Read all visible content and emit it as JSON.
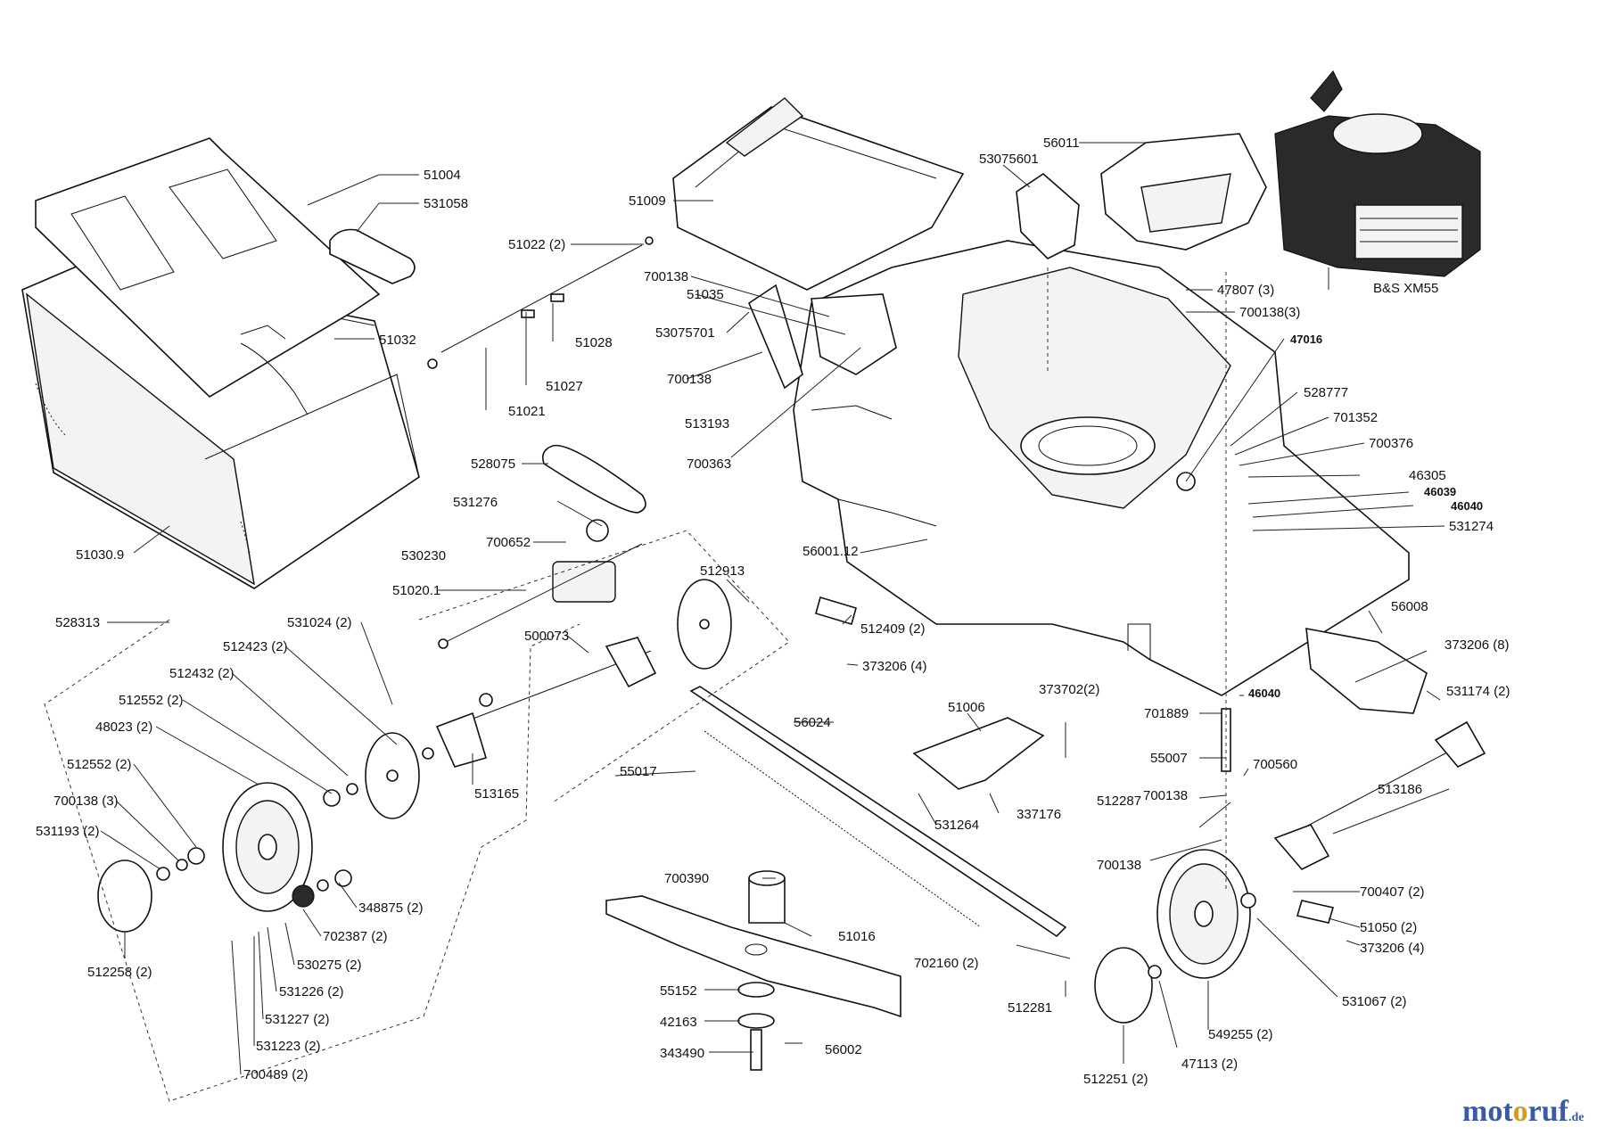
{
  "brand": {
    "a": "mot",
    "b": "o",
    "c": "ruf",
    "d": ".de"
  },
  "labels": [
    {
      "id": "lbl-51004",
      "text": "51004"
    },
    {
      "id": "lbl-531058",
      "text": "531058"
    },
    {
      "id": "lbl-51032",
      "text": "51032"
    },
    {
      "id": "lbl-51030-9",
      "text": "51030.9"
    },
    {
      "id": "lbl-51022",
      "text": "51022 (2)"
    },
    {
      "id": "lbl-51021",
      "text": "51021"
    },
    {
      "id": "lbl-51027",
      "text": "51027"
    },
    {
      "id": "lbl-51028",
      "text": "51028"
    },
    {
      "id": "lbl-51009",
      "text": "51009"
    },
    {
      "id": "lbl-700138-a",
      "text": "700138"
    },
    {
      "id": "lbl-51035",
      "text": "51035"
    },
    {
      "id": "lbl-53075701",
      "text": "53075701"
    },
    {
      "id": "lbl-700138-b",
      "text": "700138"
    },
    {
      "id": "lbl-513193",
      "text": "513193"
    },
    {
      "id": "lbl-700363",
      "text": "700363"
    },
    {
      "id": "lbl-528075",
      "text": "528075"
    },
    {
      "id": "lbl-531276",
      "text": "531276"
    },
    {
      "id": "lbl-530230",
      "text": "530230"
    },
    {
      "id": "lbl-700652",
      "text": "700652"
    },
    {
      "id": "lbl-51020-1",
      "text": "51020.1"
    },
    {
      "id": "lbl-528313",
      "text": "528313"
    },
    {
      "id": "lbl-531024",
      "text": "531024 (2)"
    },
    {
      "id": "lbl-512423",
      "text": "512423 (2)"
    },
    {
      "id": "lbl-512432",
      "text": "512432 (2)"
    },
    {
      "id": "lbl-512552-a",
      "text": "512552 (2)"
    },
    {
      "id": "lbl-48023",
      "text": "48023 (2)"
    },
    {
      "id": "lbl-512552-b",
      "text": "512552 (2)"
    },
    {
      "id": "lbl-700138-c",
      "text": "700138 (3)"
    },
    {
      "id": "lbl-531193",
      "text": "531193 (2)"
    },
    {
      "id": "lbl-512258",
      "text": "512258 (2)"
    },
    {
      "id": "lbl-512913",
      "text": "512913"
    },
    {
      "id": "lbl-500073",
      "text": "500073"
    },
    {
      "id": "lbl-513165",
      "text": "513165"
    },
    {
      "id": "lbl-348875",
      "text": "348875 (2)"
    },
    {
      "id": "lbl-702387",
      "text": "702387 (2)"
    },
    {
      "id": "lbl-530275",
      "text": "530275 (2)"
    },
    {
      "id": "lbl-531226",
      "text": "531226 (2)"
    },
    {
      "id": "lbl-531227",
      "text": "531227 (2)"
    },
    {
      "id": "lbl-531223",
      "text": "531223 (2)"
    },
    {
      "id": "lbl-700489",
      "text": "700489 (2)"
    },
    {
      "id": "lbl-56011",
      "text": "56011"
    },
    {
      "id": "lbl-53075601",
      "text": "53075601"
    },
    {
      "id": "lbl-bs",
      "text": "B&S XM55"
    },
    {
      "id": "lbl-47807",
      "text": "47807 (3)"
    },
    {
      "id": "lbl-700138-3",
      "text": "700138(3)"
    },
    {
      "id": "lbl-47016",
      "text": "47016"
    },
    {
      "id": "lbl-528777",
      "text": "528777"
    },
    {
      "id": "lbl-701352",
      "text": "701352"
    },
    {
      "id": "lbl-700376",
      "text": "700376"
    },
    {
      "id": "lbl-46305",
      "text": "46305"
    },
    {
      "id": "lbl-46039",
      "text": "46039"
    },
    {
      "id": "lbl-46040-a",
      "text": "46040"
    },
    {
      "id": "lbl-531274",
      "text": "531274"
    },
    {
      "id": "lbl-56001",
      "text": "56001.12"
    },
    {
      "id": "lbl-56008",
      "text": "56008"
    },
    {
      "id": "lbl-373206-8",
      "text": "373206 (8)"
    },
    {
      "id": "lbl-531174",
      "text": "531174 (2)"
    },
    {
      "id": "lbl-512409",
      "text": "512409 (2)"
    },
    {
      "id": "lbl-373206-4a",
      "text": "373206 (4)"
    },
    {
      "id": "lbl-373702",
      "text": "373702(2)"
    },
    {
      "id": "lbl-51006",
      "text": "51006"
    },
    {
      "id": "lbl-46040-b",
      "text": "46040"
    },
    {
      "id": "lbl-701889",
      "text": "701889"
    },
    {
      "id": "lbl-55007",
      "text": "55007"
    },
    {
      "id": "lbl-700560",
      "text": "700560"
    },
    {
      "id": "lbl-700138-d",
      "text": "700138"
    },
    {
      "id": "lbl-512287",
      "text": "512287"
    },
    {
      "id": "lbl-700138-e",
      "text": "700138"
    },
    {
      "id": "lbl-513186",
      "text": "513186"
    },
    {
      "id": "lbl-56024",
      "text": "56024"
    },
    {
      "id": "lbl-55017",
      "text": "55017"
    },
    {
      "id": "lbl-531264",
      "text": "531264"
    },
    {
      "id": "lbl-337176",
      "text": "337176"
    },
    {
      "id": "lbl-700390",
      "text": "700390"
    },
    {
      "id": "lbl-51016",
      "text": "51016"
    },
    {
      "id": "lbl-702160",
      "text": "702160 (2)"
    },
    {
      "id": "lbl-512281",
      "text": "512281"
    },
    {
      "id": "lbl-55152",
      "text": "55152"
    },
    {
      "id": "lbl-42163",
      "text": "42163"
    },
    {
      "id": "lbl-343490",
      "text": "343490"
    },
    {
      "id": "lbl-56002",
      "text": "56002"
    },
    {
      "id": "lbl-700407",
      "text": "700407 (2)"
    },
    {
      "id": "lbl-51050",
      "text": "51050 (2)"
    },
    {
      "id": "lbl-373206-4b",
      "text": "373206 (4)"
    },
    {
      "id": "lbl-531067",
      "text": "531067 (2)"
    },
    {
      "id": "lbl-549255",
      "text": "549255 (2)"
    },
    {
      "id": "lbl-47113",
      "text": "47113 (2)"
    },
    {
      "id": "lbl-512251",
      "text": "512251 (2)"
    }
  ]
}
